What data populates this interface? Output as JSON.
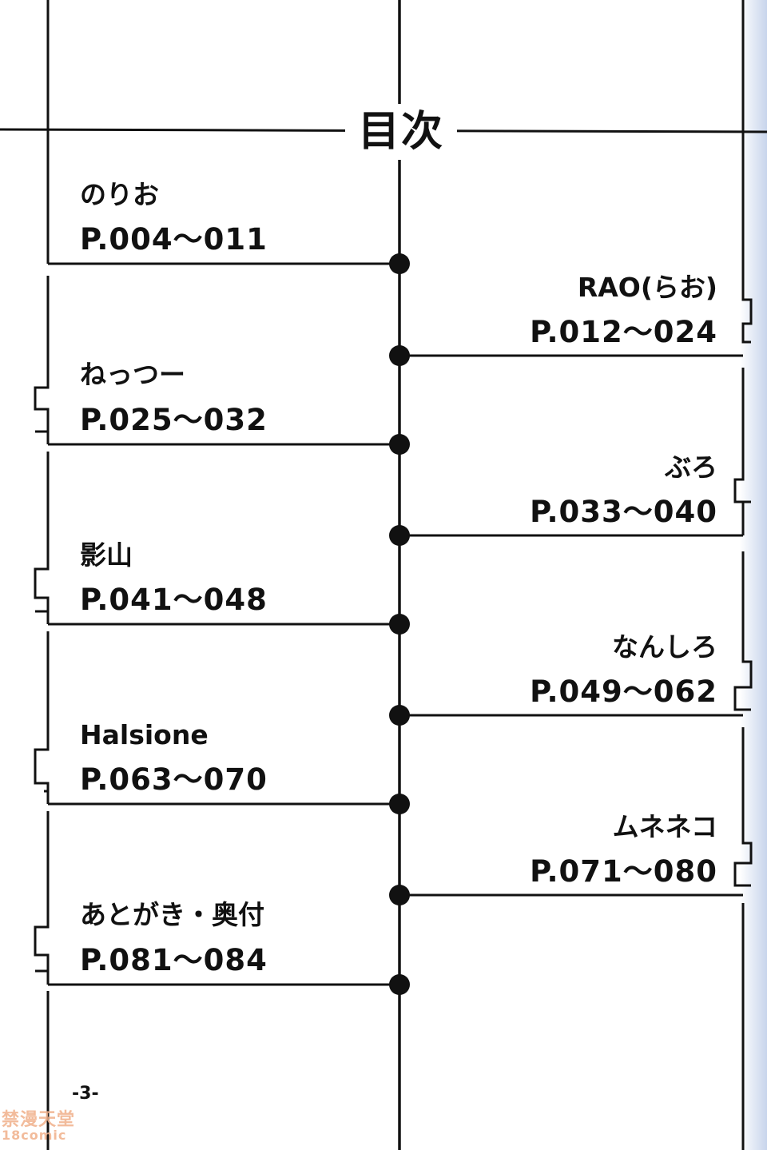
{
  "title": "目次",
  "folio": "-3-",
  "left_entries": [
    {
      "name": "のりお",
      "pages": "P.004～011"
    },
    {
      "name": "ねっつー",
      "pages": "P.025～032"
    },
    {
      "name": "影山",
      "pages": "P.041～048"
    },
    {
      "name": "Halsione",
      "pages": "P.063～070"
    },
    {
      "name": "あとがき・奥付",
      "pages": "P.081～084"
    }
  ],
  "right_entries": [
    {
      "name": "RAO(らお)",
      "pages": "P.012～024"
    },
    {
      "name": "ぶろ",
      "pages": "P.033～040"
    },
    {
      "name": "なんしろ",
      "pages": "P.049～062"
    },
    {
      "name": "ムネネコ",
      "pages": "P.071～080"
    }
  ],
  "watermark": {
    "line1": "禁漫天堂",
    "line2": "18comic"
  },
  "colors": {
    "ink": "#111111",
    "paper": "#ffffff",
    "watermark": "#f0b08a"
  }
}
